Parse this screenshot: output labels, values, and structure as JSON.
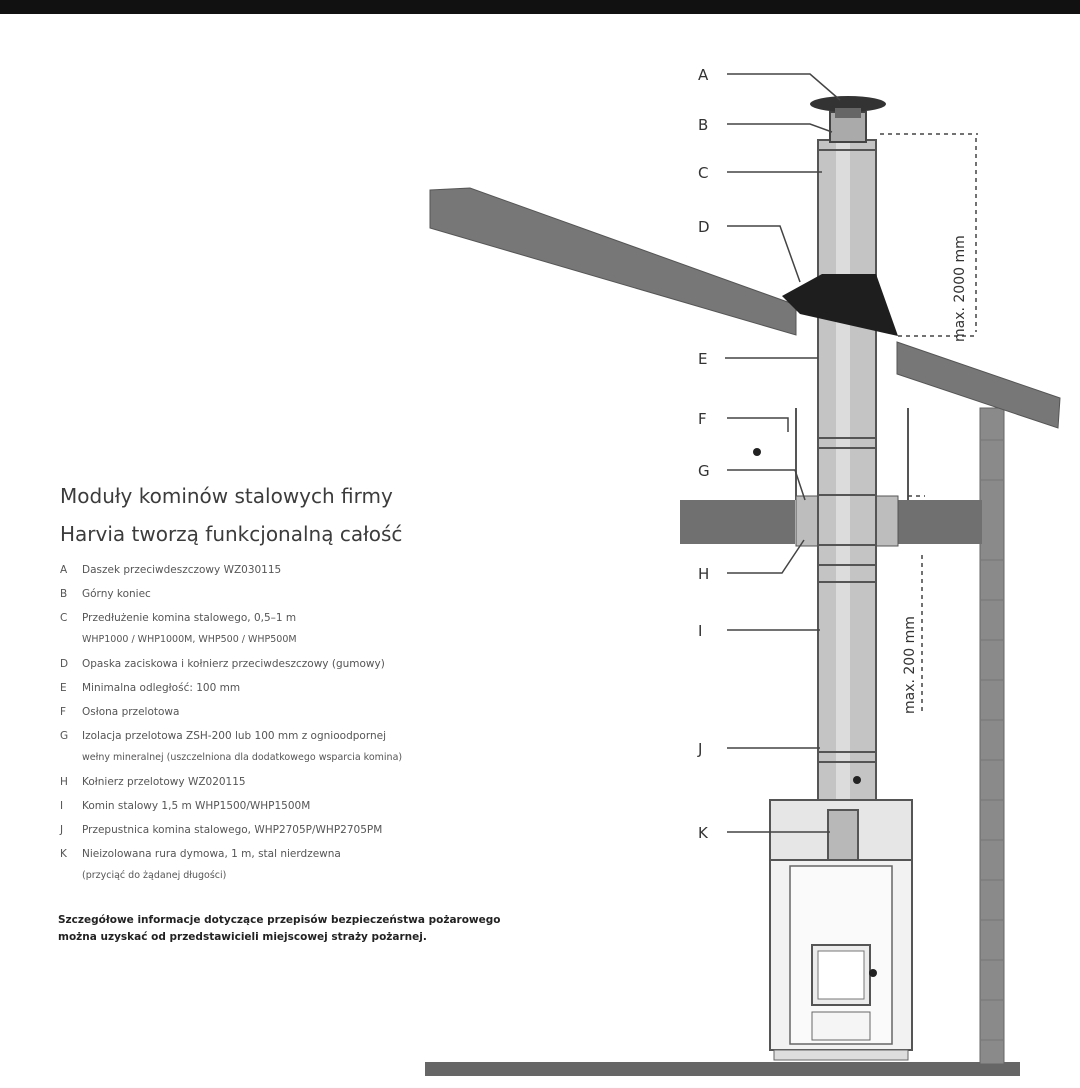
{
  "heading": {
    "line1": "Moduły kominów stalowych firmy",
    "line2": "Harvia tworzą funkcjonalną całość"
  },
  "legend": [
    {
      "letter": "A",
      "text": "Daszek przeciwdeszczowy WZ030115"
    },
    {
      "letter": "B",
      "text": "Górny koniec"
    },
    {
      "letter": "C",
      "text": "Przedłużenie komina stalowego, 0,5–1 m",
      "sub": "WHP1000 / WHP1000M, WHP500 / WHP500M"
    },
    {
      "letter": "D",
      "text": "Opaska zaciskowa i kołnierz przeciwdeszczowy (gumowy)"
    },
    {
      "letter": "E",
      "text": "Minimalna odległość: 100 mm"
    },
    {
      "letter": "F",
      "text": "Osłona przelotowa"
    },
    {
      "letter": "G",
      "text": "Izolacja przelotowa ZSH-200 lub 100 mm z ognioodpornej",
      "sub": "wełny mineralnej (uszczelniona dla dodatkowego wsparcia komina)"
    },
    {
      "letter": "H",
      "text": "Kołnierz przelotowy WZ020115"
    },
    {
      "letter": "I",
      "text": "Komin stalowy 1,5 m WHP1500/WHP1500M"
    },
    {
      "letter": "J",
      "text": "Przepustnica komina stalowego, WHP2705P/WHP2705PM"
    },
    {
      "letter": "K",
      "text": "Nieizolowana rura dymowa, 1 m, stal nierdzewna",
      "sub": "(przyciąć do żądanej długości)"
    }
  ],
  "note": "Szczegółowe informacje dotyczące przepisów bezpieczeństwa pożarowego można uzyskać od przedstawicieli miejscowej straży pożarnej.",
  "diagram": {
    "labels": [
      "A",
      "B",
      "C",
      "D",
      "E",
      "F",
      "G",
      "H",
      "I",
      "J",
      "K"
    ],
    "dim_top": "max. 2000 mm",
    "dim_bottom": "max. 200 mm"
  }
}
